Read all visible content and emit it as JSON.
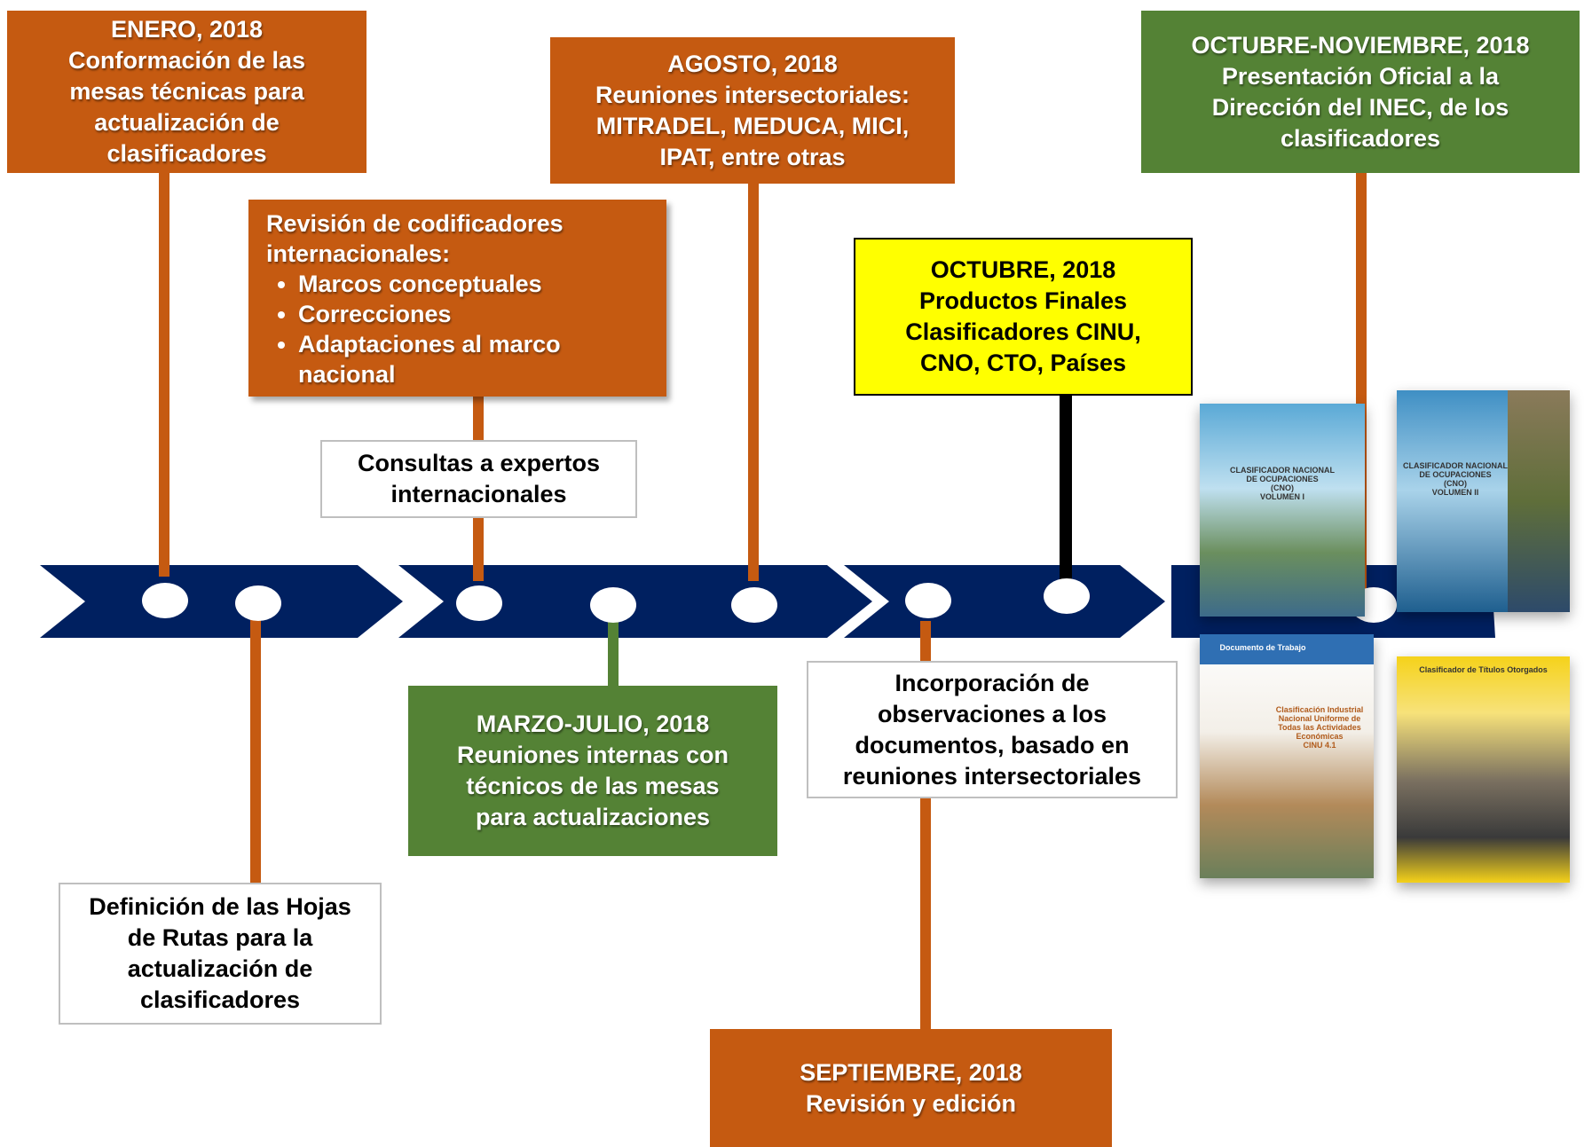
{
  "colors": {
    "orange": "#c55a11",
    "green": "#548235",
    "yellow": "#ffff00",
    "navy": "#002060"
  },
  "events": {
    "enero": {
      "date": "ENERO, 2018",
      "lines": [
        "Conformación de las",
        "mesas técnicas para",
        "actualización de",
        "clasificadores"
      ]
    },
    "revision": {
      "title_lines": [
        "Revisión de codificadores",
        "internacionales:"
      ],
      "bullets": [
        "Marcos conceptuales",
        "Correcciones",
        "Adaptaciones al marco"
      ],
      "bullet_continuation": "nacional"
    },
    "agosto": {
      "date": "AGOSTO, 2018",
      "lines": [
        "Reuniones intersectoriales:",
        "MITRADEL, MEDUCA, MICI,",
        "IPAT, entre otras"
      ]
    },
    "octubre": {
      "date": "OCTUBRE, 2018",
      "lines": [
        "Productos Finales",
        "Clasificadores CINU,",
        "CNO, CTO, Países"
      ]
    },
    "oct_nov": {
      "date": "OCTUBRE-NOVIEMBRE, 2018",
      "lines": [
        "Presentación Oficial a la",
        "Dirección del INEC, de los",
        "clasificadores"
      ]
    },
    "consultas": {
      "lines": [
        "Consultas a expertos",
        "internacionales"
      ]
    },
    "definicion": {
      "lines": [
        "Definición de las Hojas",
        "de Rutas para la",
        "actualización de",
        "clasificadores"
      ]
    },
    "marzo": {
      "date": "MARZO-JULIO, 2018",
      "lines": [
        "Reuniones internas con",
        "técnicos de las mesas",
        "para actualizaciones"
      ]
    },
    "incorporacion": {
      "lines": [
        "Incorporación de",
        "observaciones a los",
        "documentos, basado en",
        "reuniones intersectoriales"
      ]
    },
    "septiembre": {
      "date": "SEPTIEMBRE, 2018",
      "lines": [
        "Revisión y edición"
      ]
    }
  },
  "covers": [
    {
      "id": "cno-1",
      "lines": [
        "CLASIFICADOR NACIONAL",
        "DE OCUPACIONES",
        "(CNO)",
        "VOLUMEN I"
      ]
    },
    {
      "id": "cno-2",
      "lines": [
        "CLASIFICADOR NACIONAL",
        "DE OCUPACIONES",
        "(CNO)",
        "VOLUMEN II"
      ]
    },
    {
      "id": "cinu",
      "lines": [
        "Documento de Trabajo",
        "Clasificación Industrial",
        "Nacional Uniforme de",
        "Todas las Actividades",
        "Económicas",
        "CINU 4.1"
      ]
    },
    {
      "id": "cto",
      "lines": [
        "Clasificador de Títulos Otorgados"
      ]
    }
  ]
}
